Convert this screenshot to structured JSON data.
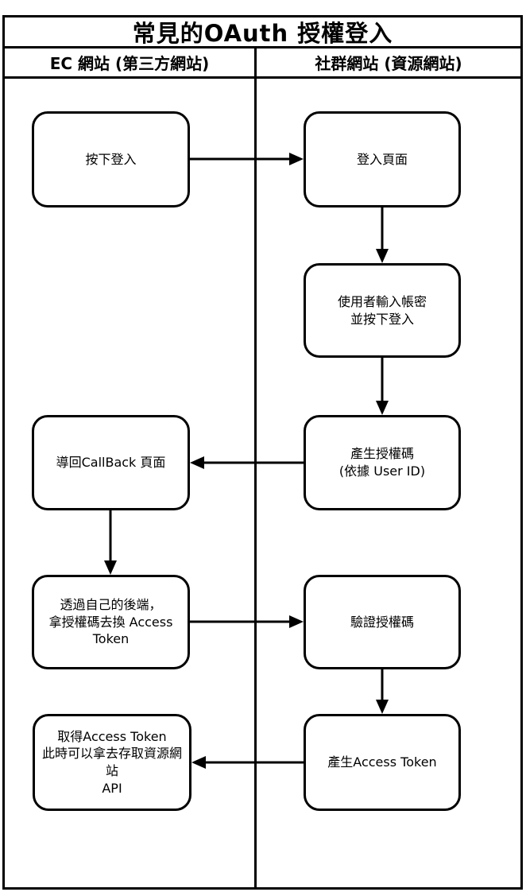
{
  "title": "常見的OAuth 授權登入",
  "columns": {
    "left_header": "EC 網站 (第三方網站)",
    "right_header": "社群網站 (資源網站)"
  },
  "nodes": {
    "press_login": {
      "column": "left",
      "label": "按下登入"
    },
    "login_page": {
      "column": "right",
      "label": "登入頁面"
    },
    "enter_credentials": {
      "column": "right",
      "label": "使用者輸入帳密\n並按下登入"
    },
    "redirect_callback": {
      "column": "left",
      "label": "導回CallBack 頁面"
    },
    "generate_auth_code": {
      "column": "right",
      "label": "產生授權碼\n(依據 User ID)"
    },
    "exchange_token": {
      "column": "left",
      "label": "透過自己的後端，\n拿授權碼去換 Access\nToken"
    },
    "verify_auth_code": {
      "column": "right",
      "label": "驗證授權碼"
    },
    "get_access_token": {
      "column": "left",
      "label": "取得Access Token\n此時可以拿去存取資源網站\nAPI"
    },
    "generate_access_token": {
      "column": "right",
      "label": "產生Access Token"
    }
  },
  "edges": [
    {
      "from": "press_login",
      "to": "login_page",
      "direction": "right"
    },
    {
      "from": "login_page",
      "to": "enter_credentials",
      "direction": "down"
    },
    {
      "from": "enter_credentials",
      "to": "generate_auth_code",
      "direction": "down"
    },
    {
      "from": "generate_auth_code",
      "to": "redirect_callback",
      "direction": "left"
    },
    {
      "from": "redirect_callback",
      "to": "exchange_token",
      "direction": "down"
    },
    {
      "from": "exchange_token",
      "to": "verify_auth_code",
      "direction": "right"
    },
    {
      "from": "verify_auth_code",
      "to": "generate_access_token",
      "direction": "down"
    },
    {
      "from": "generate_access_token",
      "to": "get_access_token",
      "direction": "left"
    }
  ],
  "colors": {
    "line": "#000000",
    "background": "#ffffff",
    "text": "#000000"
  }
}
